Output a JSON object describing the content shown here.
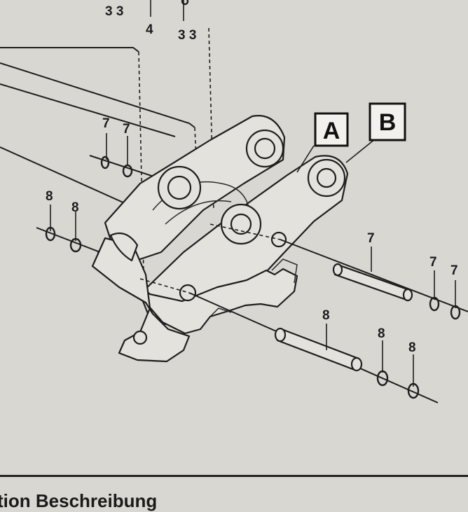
{
  "callouts": {
    "top_left_pair": "3 3",
    "top_mid": "4",
    "top_right_pair": "3 3",
    "upper_left_7a": "7",
    "upper_left_7b": "7",
    "left_8a": "8",
    "left_8b": "8",
    "pin_upper": "7",
    "right_7a": "7",
    "right_7b": "7",
    "pin_lower": "8",
    "lower_right_8a": "8",
    "lower_right_8b": "8"
  },
  "boxes": {
    "a": "A",
    "b": "B"
  },
  "footer": {
    "heading": "tion Beschreibung"
  }
}
